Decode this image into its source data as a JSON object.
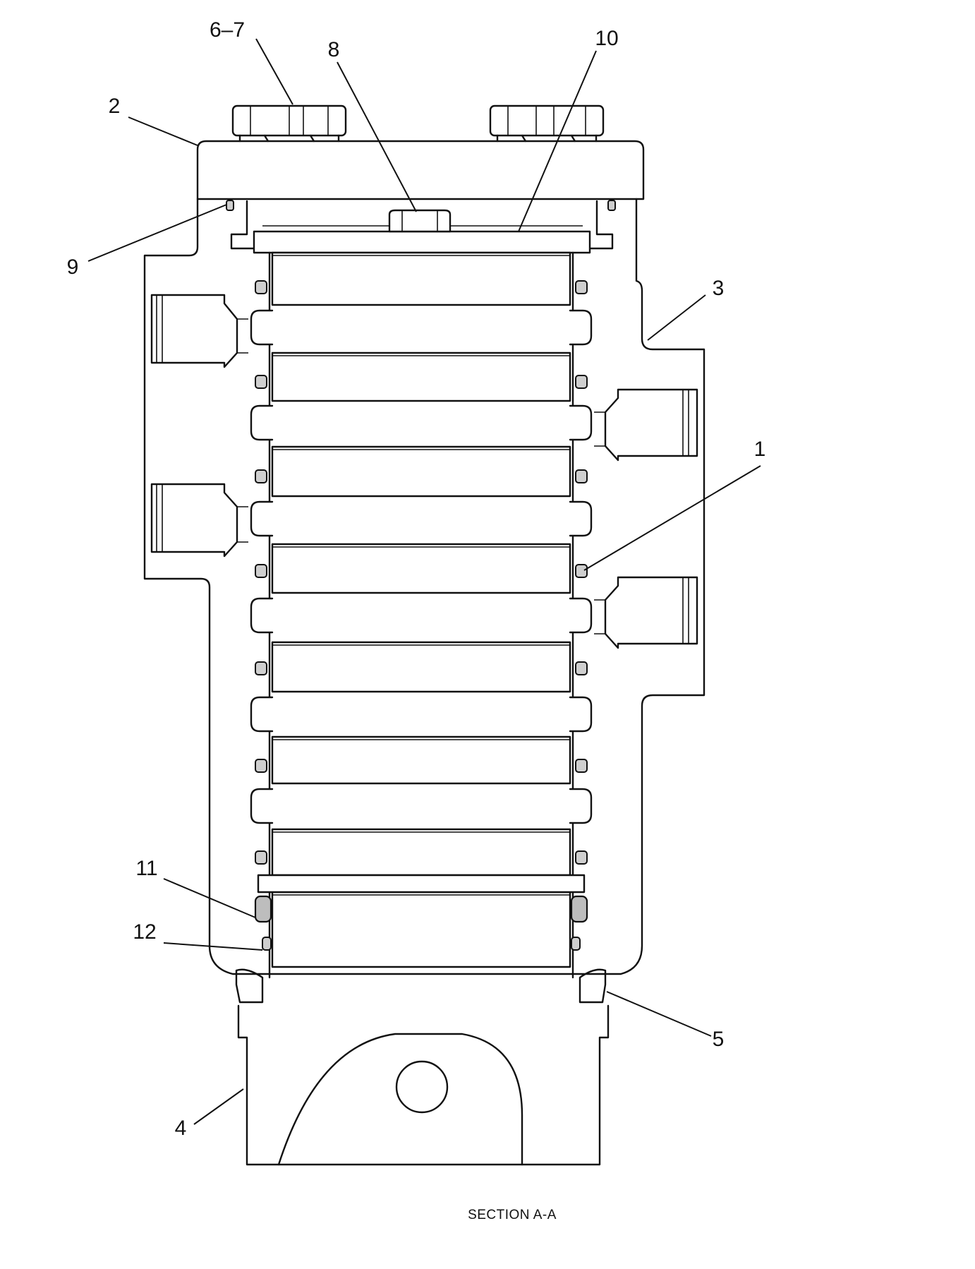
{
  "callouts": {
    "c1": "1",
    "c2": "2",
    "c3": "3",
    "c4": "4",
    "c5": "5",
    "c6_7": "6–7",
    "c8": "8",
    "c9": "9",
    "c10": "10",
    "c11": "11",
    "c12": "12"
  },
  "caption": "SECTION A-A",
  "colors": {
    "line": "#111111",
    "background": "#ffffff",
    "seal_fill": "#cfcfcf"
  }
}
